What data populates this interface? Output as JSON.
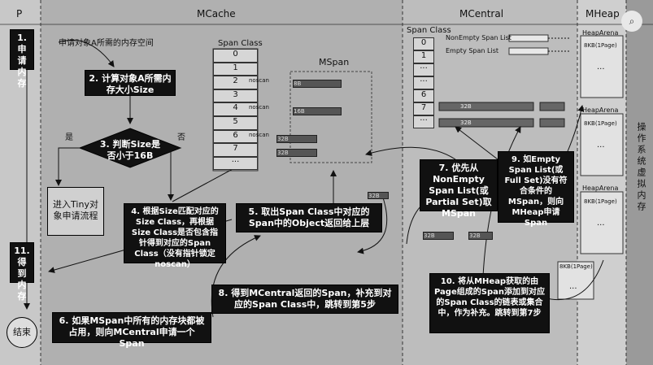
{
  "columns": {
    "p": "P",
    "mcache": "MCache",
    "mcentral": "MCentral",
    "mheap": "MHeap"
  },
  "mcache": {
    "span_class_title": "Span Class",
    "mspan_title": "MSpan",
    "rows": [
      "0",
      "1",
      "2",
      "3",
      "4",
      "5",
      "6",
      "7",
      "···"
    ],
    "noscan": "noscan",
    "sizes": {
      "r2": "8B",
      "r4": "16B",
      "r6": "32B",
      "r7": "32B"
    }
  },
  "mcentral": {
    "span_class_title": "Span Class",
    "rows": [
      "0",
      "1",
      "···",
      "···",
      "6",
      "7",
      "···"
    ],
    "nonempty_label": "NonEmpty Span List",
    "empty_label": "Empty Span List",
    "list_size": "32B",
    "bottom_size_a": "32B",
    "bottom_size_b": "32B"
  },
  "mheap": {
    "arena": "HeapArena",
    "page": "8KB(1Page)",
    "dots": "···",
    "vertical": "操作系统虚拟内存"
  },
  "misc": {
    "request_text": "申请对象A所需的内存空间",
    "yes": "是",
    "no": "否",
    "tiny_size": "32B",
    "free_page": "8KB(1Page)",
    "dots": "···"
  },
  "steps": {
    "s1": "1.申请内存",
    "s2": "2. 计算对象A所需内存大小Size",
    "s3": "3. 判断Size是否小于16B",
    "tiny": "进入Tiny对象申请流程",
    "s4": "4. 根据Size匹配对应的Size Class，再根据Size Class是否包含指针得到对应的Span Class（没有指针锁定noscan）",
    "s5": "5. 取出Span Class中对应的Span中的Object返回给上层",
    "s6": "6. 如果MSpan中所有的内存块都被占用，则向MCentral申请一个Span",
    "s7": "7. 优先从NonEmpty Span List(或Partial Set)取MSpan",
    "s8": "8. 得到MCentral返回的Span，补充到对应的Span Class中，跳转到第5步",
    "s9": "9. 如Empty Span List(或Full Set)没有符合条件的MSpan，则向MHeap申请Span",
    "s10": "10. 将从MHeap获取的由Page组成的Span添加到对应的Span Class的链表或集合中，作为补充。跳转到第7步",
    "s11": "11.得到内存",
    "end": "结束"
  },
  "toolbar": {
    "icon": "search-image-icon"
  }
}
